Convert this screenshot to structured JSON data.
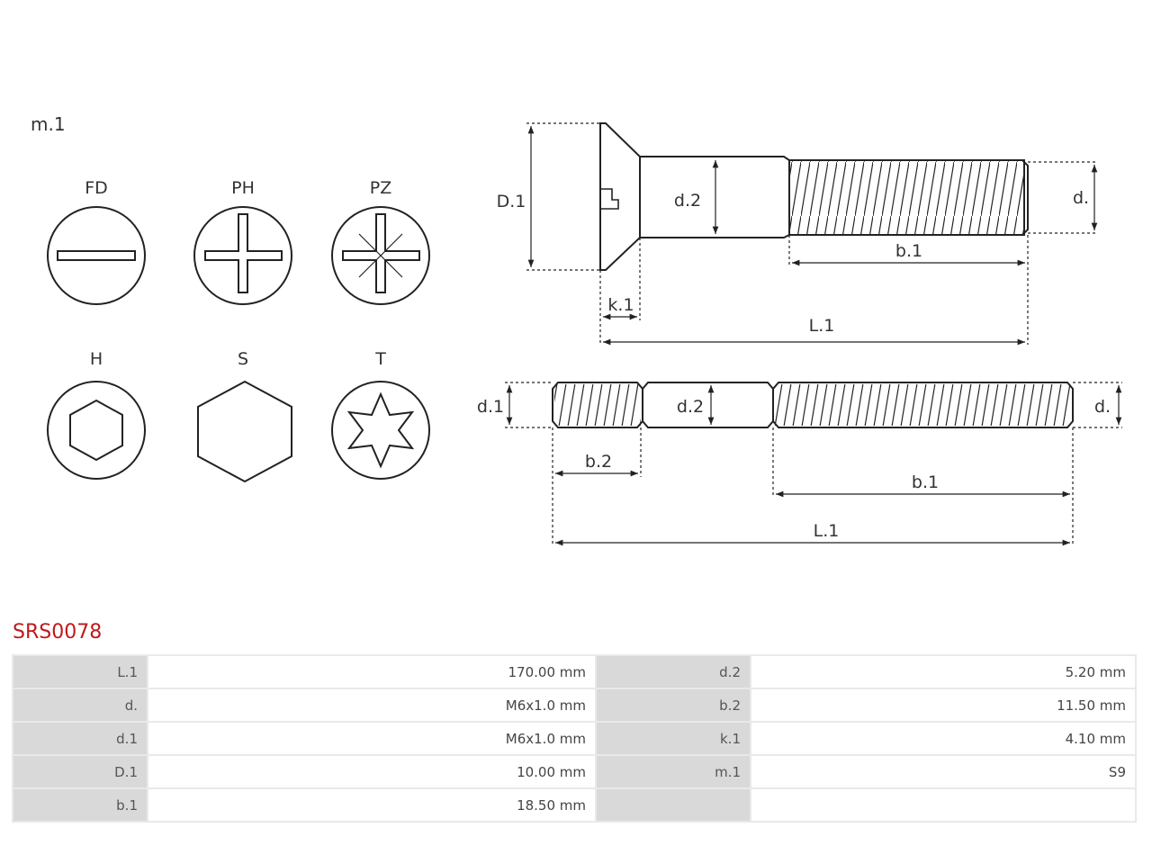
{
  "drawing": {
    "m_label": "m.1",
    "heads": [
      {
        "label": "FD",
        "icon": "slotted-head-icon"
      },
      {
        "label": "PH",
        "icon": "phillips-head-icon"
      },
      {
        "label": "PZ",
        "icon": "pozidriv-head-icon"
      },
      {
        "label": "H",
        "icon": "hex-socket-head-icon"
      },
      {
        "label": "S",
        "icon": "hex-head-icon"
      },
      {
        "label": "T",
        "icon": "torx-head-icon"
      }
    ],
    "screw_dims": {
      "D1": "D.1",
      "d2": "d.2",
      "d": "d.",
      "b1": "b.1",
      "k1": "k.1",
      "L1": "L.1"
    },
    "stud_dims": {
      "d1": "d.1",
      "d2": "d.2",
      "d": "d.",
      "b2": "b.2",
      "b1": "b.1",
      "L1": "L.1"
    }
  },
  "product": {
    "code": "SRS0078"
  },
  "specs": {
    "rows": [
      {
        "l1": "L.1",
        "v1": "170.00 mm",
        "l2": "d.2",
        "v2": "5.20 mm"
      },
      {
        "l1": "d.",
        "v1": "M6x1.0 mm",
        "l2": "b.2",
        "v2": "11.50 mm"
      },
      {
        "l1": "d.1",
        "v1": "M6x1.0 mm",
        "l2": "k.1",
        "v2": "4.10 mm"
      },
      {
        "l1": "D.1",
        "v1": "10.00 mm",
        "l2": "m.1",
        "v2": "S9"
      },
      {
        "l1": "b.1",
        "v1": "18.50 mm",
        "l2": "",
        "v2": ""
      }
    ]
  }
}
